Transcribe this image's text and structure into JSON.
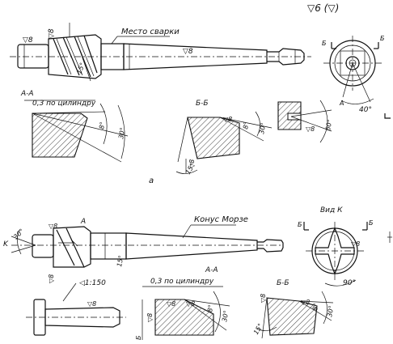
{
  "top_drawing": {
    "roughness_main": "▽6 (▽)",
    "label_weld": "Место сварки",
    "rough_shank": "▽8",
    "rough_head_left": "▽8",
    "rough_head_vertical": "▽8",
    "angle_head": "15°",
    "section_a_title": "A-A",
    "section_a_note": "0,3 по цилиндру",
    "section_a_angle1": "8°",
    "section_a_angle2": "30°",
    "section_b_title": "Б-Б",
    "section_b_rough": "▽8",
    "section_b_rough2": "▽8",
    "section_b_angle1": "8°",
    "section_b_angle2": "30°",
    "section_b_angle3": "15°",
    "end_view_label_b1": "Б",
    "end_view_label_b2": "Б",
    "end_view_label_a": "A",
    "end_view_angle": "40°",
    "tooth_rough": "▽8",
    "tooth_angle": "60°",
    "caption": "а"
  },
  "bottom_drawing": {
    "angle_left": "30°",
    "label_a": "A",
    "rough_head": "▽8",
    "label_k": "K",
    "angle_flute": "15°",
    "label_cone": "Конус Морзе",
    "rough_bottom": "▽8",
    "taper": "◁1:150",
    "rough_pilot": "▽8",
    "section_a_title": "A-A",
    "section_a_note": "0,3 по цилиндру",
    "section_a_r1": "▽8",
    "section_a_r2": "▽8",
    "section_a_angle1": "8°",
    "section_a_angle2": "30°",
    "section_a_rough_left": "▽8",
    "section_b_title": "Б-Б",
    "section_b_rough": "▽8",
    "section_b_r2": "▽8",
    "section_b_angle1": "8°",
    "section_b_angle2": "30°",
    "section_b_angle3": "15°",
    "view_k_title": "Вид К",
    "view_label_b1": "Б",
    "view_label_b2": "Б",
    "view_rough": "▽8",
    "view_angle": "90°",
    "side_label_b": "Б"
  }
}
